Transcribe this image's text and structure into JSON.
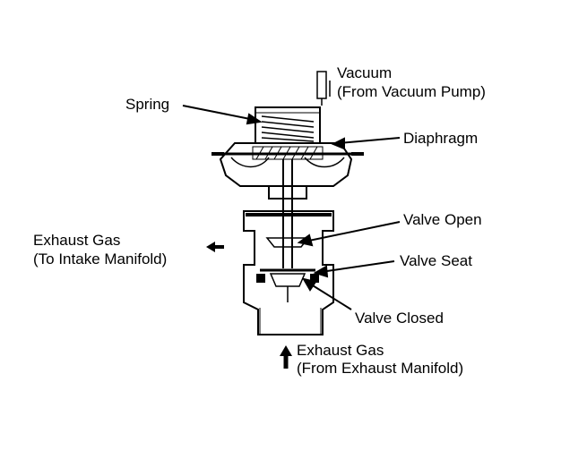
{
  "labels": {
    "vacuum_line1": "Vacuum",
    "vacuum_line2": "(From Vacuum Pump)",
    "spring": "Spring",
    "diaphragm": "Diaphragm",
    "exhaust_out_line1": "Exhaust Gas",
    "exhaust_out_line2": "(To Intake Manifold)",
    "valve_open": "Valve Open",
    "valve_seat": "Valve Seat",
    "valve_closed": "Valve Closed",
    "exhaust_in_line1": "Exhaust Gas",
    "exhaust_in_line2": "(From Exhaust Manifold)"
  },
  "colors": {
    "ink": "#000000",
    "paper": "#ffffff"
  }
}
